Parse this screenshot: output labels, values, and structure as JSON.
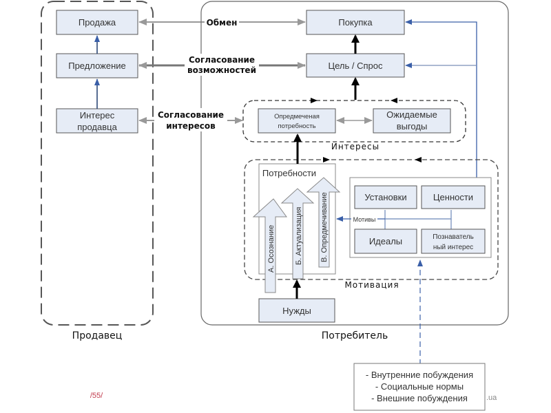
{
  "seller": {
    "title": "Продавец",
    "boxes": [
      "Продажа",
      "Предложение",
      "Интерес",
      "продавца"
    ]
  },
  "consumer": {
    "title": "Потребитель",
    "purchase": "Покупка",
    "goal": "Цель / Спрос",
    "objectified_need": [
      "Опредмеченая",
      "потребность"
    ],
    "expected_benefits": [
      "Ожидаемые",
      "выгоды"
    ],
    "interests_label": "Интересы",
    "needs_title": "Потребности",
    "arrows": [
      "А. Осознание",
      "Б. Актуализация",
      "В. Опредмечивание"
    ],
    "motives_label": "Мотивы",
    "attitudes": "Установки",
    "values": "Ценности",
    "ideals": "Идеалы",
    "cognitive_interest": [
      "Познаватель",
      "ный интерес"
    ],
    "motivation_label": "Мотивация",
    "wants": "Нужды"
  },
  "links": {
    "exchange": "Обмен",
    "capabilities": [
      "Согласование",
      "возможностей"
    ],
    "interests": [
      "Согласование",
      "интересов"
    ]
  },
  "influences": [
    "- Внутренние побуждения",
    "- Социальные нормы",
    "- Внешние побуждения"
  ],
  "footer": {
    "page": "/55/",
    "site": ".ua"
  },
  "colors": {
    "box_fill": "#e6ecf6",
    "blue_arrow": "#3a5fa8",
    "gray_arrow": "#999999",
    "page_number": "#c0394b"
  }
}
